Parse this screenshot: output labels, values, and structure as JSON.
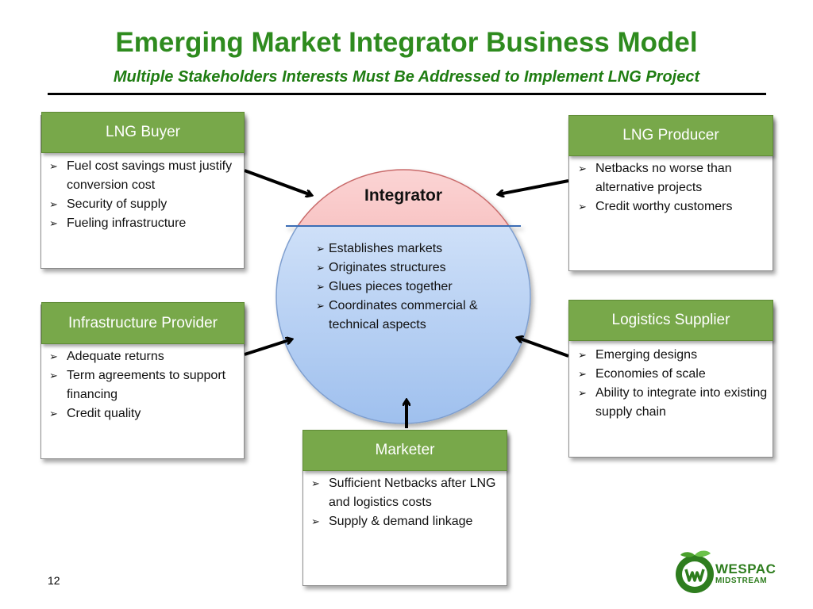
{
  "slide": {
    "title": "Emerging Market Integrator Business Model",
    "subtitle": "Multiple Stakeholders Interests Must Be Addressed to Implement LNG Project",
    "page_number": "12"
  },
  "integrator": {
    "label": "Integrator",
    "bullets": [
      "Establishes markets",
      "Originates structures",
      "Glues pieces together",
      "Coordinates commercial & technical aspects"
    ]
  },
  "stakeholders": {
    "lng_buyer": {
      "header": "LNG Buyer",
      "bullets": [
        "Fuel cost savings must justify conversion cost",
        "Security of supply",
        "Fueling infrastructure"
      ]
    },
    "lng_producer": {
      "header": "LNG Producer",
      "bullets": [
        "Netbacks no worse than alternative projects",
        "Credit worthy customers"
      ]
    },
    "infrastructure_provider": {
      "header": "Infrastructure Provider",
      "bullets": [
        "Adequate returns",
        "Term agreements to support financing",
        "Credit quality"
      ]
    },
    "logistics_supplier": {
      "header": "Logistics Supplier",
      "bullets": [
        "Emerging designs",
        "Economies of scale",
        "Ability to integrate into existing supply chain"
      ]
    },
    "marketer": {
      "header": "Marketer",
      "bullets": [
        "Sufficient Netbacks after LNG and logistics costs",
        "Supply & demand linkage"
      ]
    }
  },
  "logo": {
    "line1": "WESPAC",
    "line2": "MIDSTREAM",
    "brand_color": "#2e7d1e"
  },
  "colors": {
    "header_green": "#78a84a",
    "title_green": "#2e8b1e",
    "circle_top": "#f4a5a5",
    "circle_bottom": "#a9c8f2"
  }
}
